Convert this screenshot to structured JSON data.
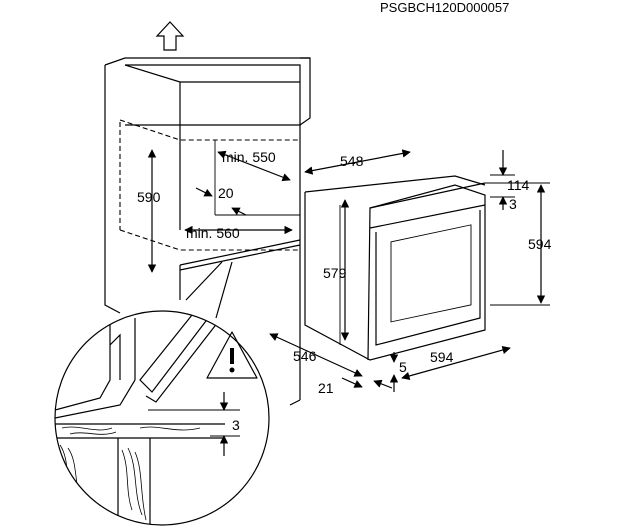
{
  "diagram": {
    "code": "PSGBCH120D000057",
    "labels": {
      "min_550": "min. 550",
      "min_560": "min. 560",
      "d590": "590",
      "d20": "20",
      "d548": "548",
      "d579": "579",
      "d114": "114",
      "d3_top": "3",
      "d594_height": "594",
      "d546": "546",
      "d21": "21",
      "d5": "5",
      "d594_width": "594",
      "d3_detail": "3"
    },
    "icons": [
      "up-arrow-icon",
      "warning-icon"
    ]
  }
}
